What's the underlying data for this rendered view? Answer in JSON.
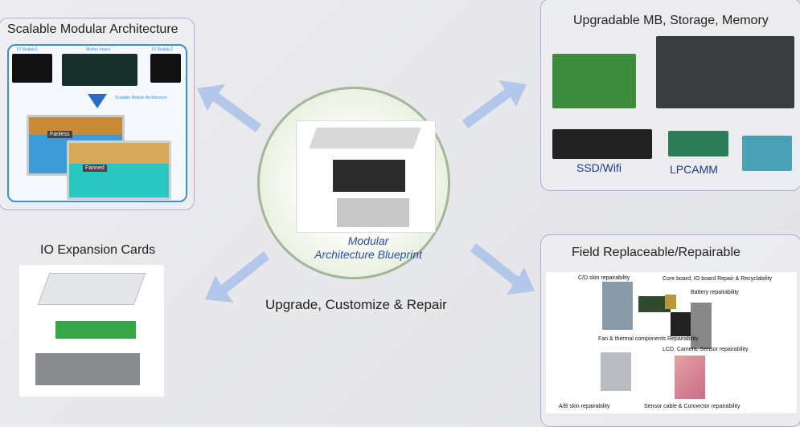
{
  "center": {
    "caption_line1": "Modular",
    "caption_line2": "Architecture Blueprint",
    "tagline": "Upgrade, Customize & Repair"
  },
  "top_left": {
    "title": "Scalable Modular Architecture",
    "labels": [
      "IO Module1",
      "Mother board",
      "IO Module2",
      "Scalable Module Architecture",
      "Fanless",
      "Fanned"
    ]
  },
  "top_right": {
    "title": "Upgradable MB, Storage, Memory",
    "ssd_label": "SSD/Wifi",
    "lpcamm_label": "LPCAMM"
  },
  "bottom_left": {
    "title": "IO Expansion Cards"
  },
  "bottom_right": {
    "title": "Field Replaceable/Repairable",
    "callouts": [
      "C/D skin  repairability",
      "Core board, IO board Repair & Recyclability",
      "Battery  repairability",
      "Fan & thermal components  Repairability",
      "LCD, Camera, Sensor  repairability",
      "A/B skin  repairability",
      "Sensor cable & Connector repairability"
    ]
  },
  "colors": {
    "arrow": "#a9c1ea",
    "panel_border": "#b7a9cf",
    "caption": "#2b4fa0",
    "circle_border": "#a3b59a"
  }
}
